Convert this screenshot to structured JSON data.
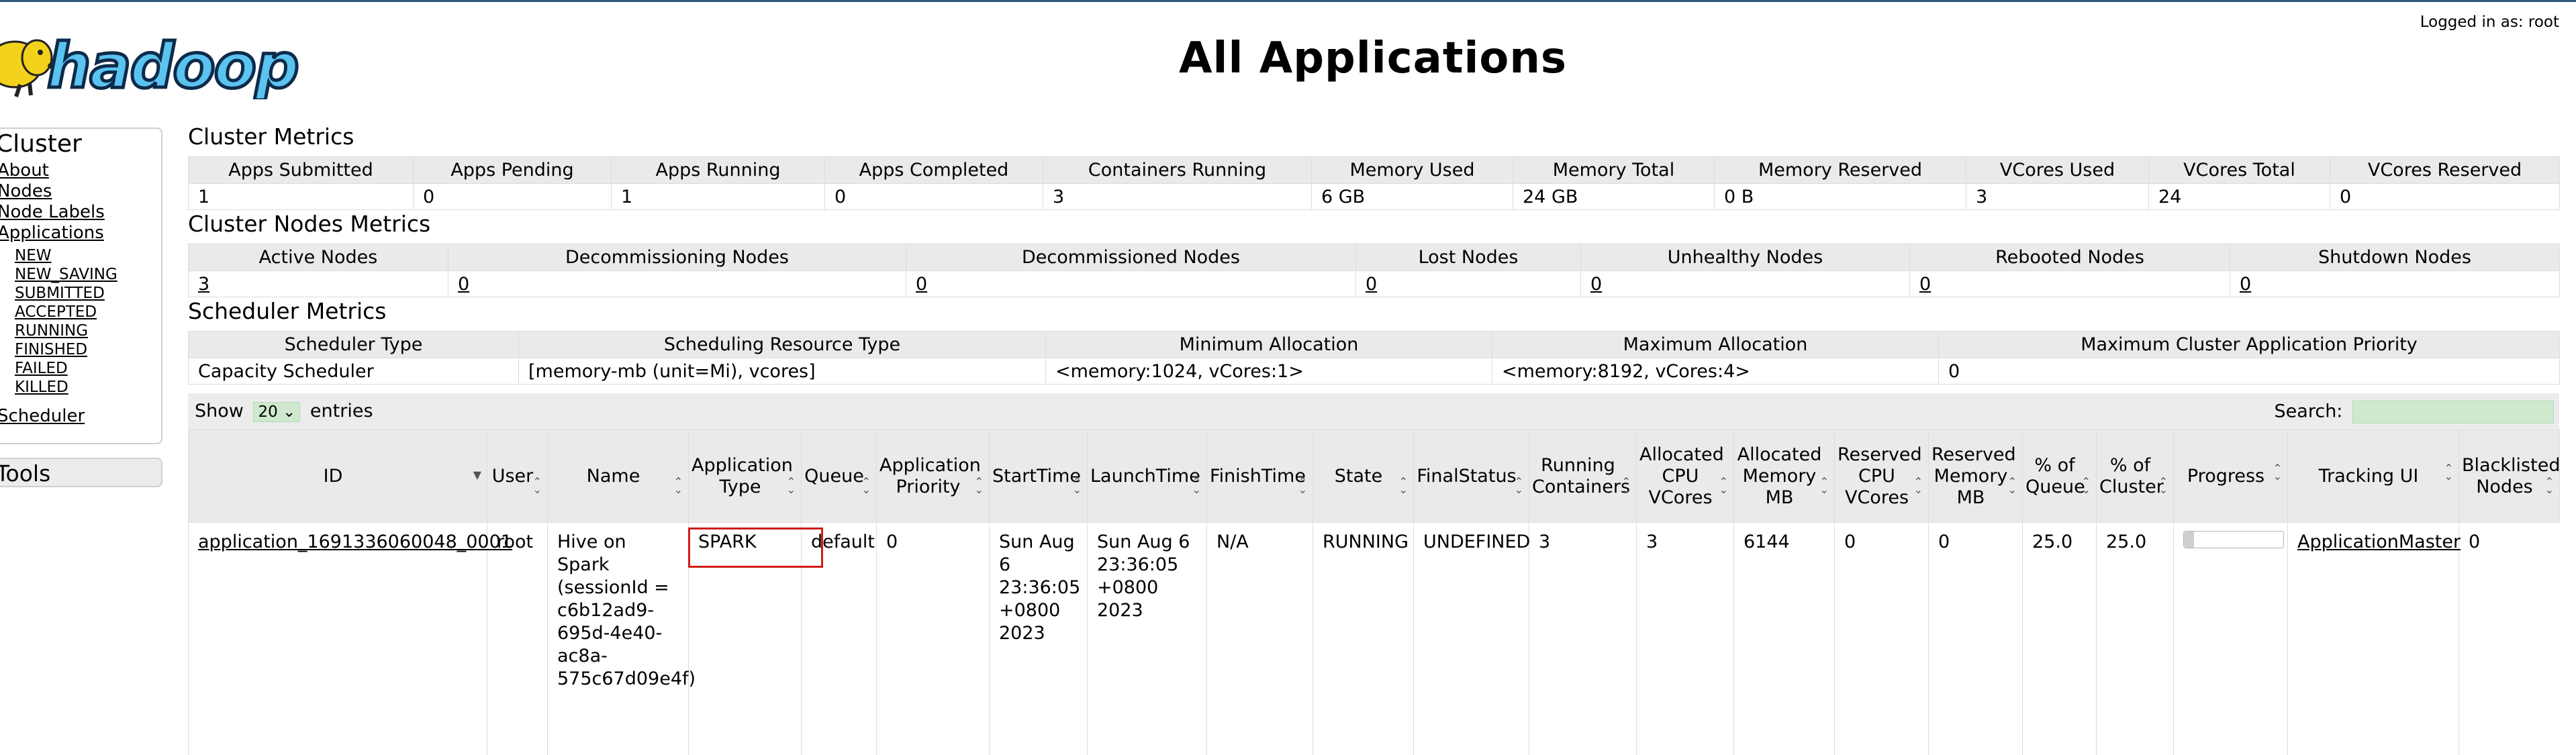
{
  "header": {
    "logo_text": "hadoop",
    "title": "All Applications",
    "logged_in": "Logged in as: root"
  },
  "sidebar": {
    "cluster_title": "Cluster",
    "links": [
      {
        "label": "About"
      },
      {
        "label": "Nodes"
      },
      {
        "label": "Node Labels"
      },
      {
        "label": "Applications"
      }
    ],
    "app_states": [
      "NEW",
      "NEW_SAVING",
      "SUBMITTED",
      "ACCEPTED",
      "RUNNING",
      "FINISHED",
      "FAILED",
      "KILLED"
    ],
    "scheduler_label": "Scheduler",
    "tools_title": "Tools"
  },
  "cluster_metrics": {
    "title": "Cluster Metrics",
    "headers": [
      "Apps Submitted",
      "Apps Pending",
      "Apps Running",
      "Apps Completed",
      "Containers Running",
      "Memory Used",
      "Memory Total",
      "Memory Reserved",
      "VCores Used",
      "VCores Total",
      "VCores Reserved"
    ],
    "values": [
      "1",
      "0",
      "1",
      "0",
      "3",
      "6 GB",
      "24 GB",
      "0 B",
      "3",
      "24",
      "0"
    ]
  },
  "nodes_metrics": {
    "title": "Cluster Nodes Metrics",
    "headers": [
      "Active Nodes",
      "Decommissioning Nodes",
      "Decommissioned Nodes",
      "Lost Nodes",
      "Unhealthy Nodes",
      "Rebooted Nodes",
      "Shutdown Nodes"
    ],
    "values": [
      "3",
      "0",
      "0",
      "0",
      "0",
      "0",
      "0"
    ]
  },
  "scheduler_metrics": {
    "title": "Scheduler Metrics",
    "headers": [
      "Scheduler Type",
      "Scheduling Resource Type",
      "Minimum Allocation",
      "Maximum Allocation",
      "Maximum Cluster Application Priority"
    ],
    "values": [
      "Capacity Scheduler",
      "[memory-mb (unit=Mi), vcores]",
      "<memory:1024, vCores:1>",
      "<memory:8192, vCores:4>",
      "0"
    ]
  },
  "apps_table": {
    "show_label": "Show",
    "entries_value": "20",
    "entries_label": "entries",
    "search_label": "Search:",
    "search_value": "",
    "headers": [
      "ID",
      "User",
      "Name",
      "Application Type",
      "Queue",
      "Application Priority",
      "StartTime",
      "LaunchTime",
      "FinishTime",
      "State",
      "FinalStatus",
      "Running Containers",
      "Allocated CPU VCores",
      "Allocated Memory MB",
      "Reserved CPU VCores",
      "Reserved Memory MB",
      "% of Queue",
      "% of Cluster",
      "Progress",
      "Tracking UI",
      "Blacklisted Nodes"
    ],
    "rows": [
      {
        "id": "application_1691336060048_0001",
        "user": "root",
        "name": "Hive on Spark (sessionId = c6b12ad9-695d-4e40-ac8a-575c67d09e4f)",
        "app_type": "SPARK",
        "queue": "default",
        "priority": "0",
        "start_time": "Sun Aug 6 23:36:05 +0800 2023",
        "launch_time": "Sun Aug 6 23:36:05 +0800 2023",
        "finish_time": "N/A",
        "state": "RUNNING",
        "final_status": "UNDEFINED",
        "running_containers": "3",
        "alloc_vcores": "3",
        "alloc_memory": "6144",
        "reserved_vcores": "0",
        "reserved_memory": "0",
        "pct_queue": "25.0",
        "pct_cluster": "25.0",
        "progress": 10,
        "tracking_ui": "ApplicationMaster",
        "blacklisted": "0"
      }
    ]
  },
  "colors": {
    "header_bg": "#eaeaea",
    "input_bg": "#cfe9cf",
    "highlight": "#d11a1a",
    "topline": "#2f5e7c"
  }
}
